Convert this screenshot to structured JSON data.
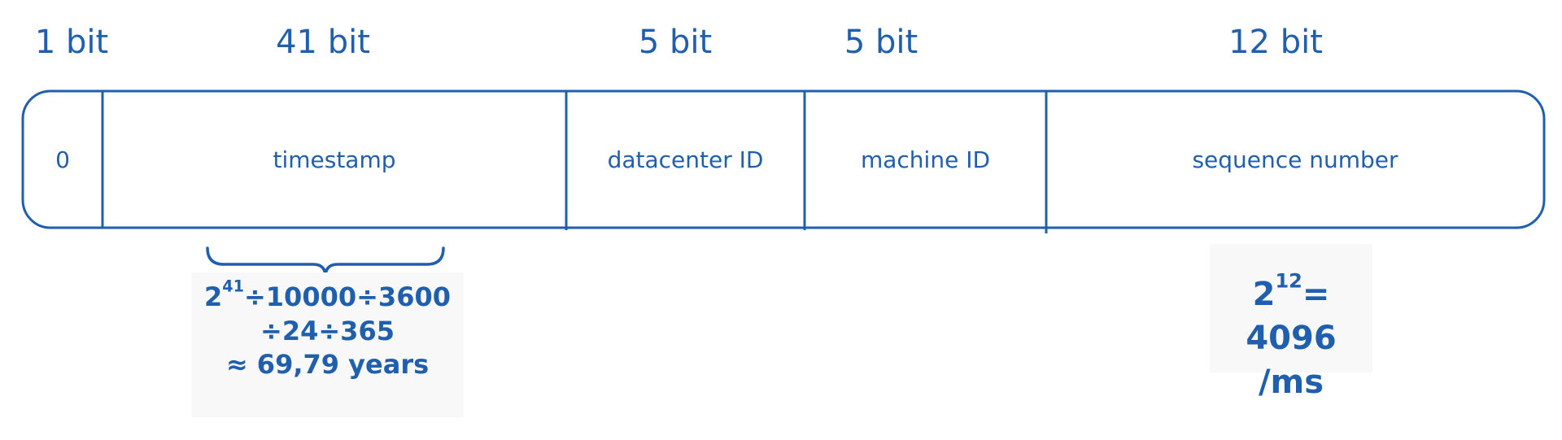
{
  "bit_labels": {
    "sign": "1 bit",
    "timestamp": "41 bit",
    "datacenter": "5 bit",
    "machine": "5 bit",
    "sequence": "12 bit"
  },
  "fields": {
    "sign": "0",
    "timestamp": "timestamp",
    "datacenter": "datacenter ID",
    "machine": "machine ID",
    "sequence": "sequence number"
  },
  "timestamp_note": {
    "base": "2",
    "exponent": "41",
    "line1_rest": "÷10000÷3600",
    "line2": "÷24÷365",
    "line3": "≈ 69,79 years"
  },
  "sequence_note": {
    "base": "2",
    "exponent": "12",
    "line1_rest": "= 4096",
    "line2": "/ms"
  },
  "colors": {
    "stroke": "#1f5fad",
    "note_bg": "#f8f8f8",
    "background": "#ffffff"
  }
}
